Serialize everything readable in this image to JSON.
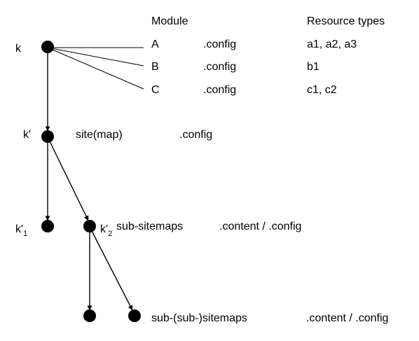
{
  "header": {
    "module": "Module",
    "resource_types": "Resource types"
  },
  "modules": [
    {
      "name": "A",
      "file": ".config",
      "types": "a1, a2, a3"
    },
    {
      "name": "B",
      "file": ".config",
      "types": "b1"
    },
    {
      "name": "C",
      "file": ".config",
      "types": "c1, c2"
    }
  ],
  "nodes": {
    "k": "k",
    "k_prime": "k'",
    "k1": {
      "base": "k'",
      "sub": "1"
    },
    "k2": {
      "base": "k'",
      "sub": "2"
    }
  },
  "rows": {
    "site": {
      "label": "site(map)",
      "file": ".config"
    },
    "sub_sitemaps": {
      "label": "sub-sitemaps",
      "file": ".content / .config"
    },
    "sub_sub_sitemaps": {
      "label": "sub-(sub-)sitemaps",
      "file": ".content / .config"
    }
  },
  "colors": {
    "ink": "#000000",
    "background": "#ffffff"
  }
}
